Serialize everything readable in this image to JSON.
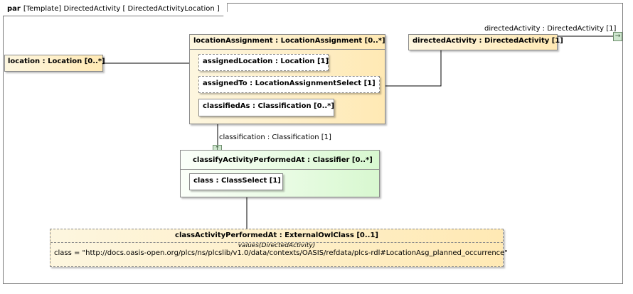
{
  "frame": {
    "keyword": "par",
    "title": "[Template] DirectedActivity [ DirectedActivityLocation ]"
  },
  "parts": {
    "location": "location : Location [0..*]",
    "locationAssignment": "locationAssignment : LocationAssignment [0..*]",
    "assignedLocation": "assignedLocation : Location [1]",
    "assignedTo": "assignedTo : LocationAssignmentSelect [1]",
    "classifiedAs": "classifiedAs : Classification [0..*]",
    "directedActivity": "directedActivity : DirectedActivity [1]",
    "classifier": "classifyActivityPerformedAt : Classifier [0..*]",
    "classSelect": "class : ClassSelect [1]",
    "externalClass": {
      "title": "classActivityPerformedAt : ExternalOwlClass [0..1]",
      "values_header": "values(DirectedActivity)",
      "value": "class = \"http://docs.oasis-open.org/plcs/ns/plcslib/v1.0/data/contexts/OASIS/refdata/plcs-rdl#LocationAsg_planned_occurrence\""
    }
  },
  "ports": {
    "directedActivity": "directedActivity : DirectedActivity [1]",
    "classification": "classification : Classification [1]"
  },
  "colors": {
    "part_fill_yellow": "#ffe9b4",
    "part_fill_green": "#d8f8d0",
    "port_fill": "#cfe6cf",
    "border": "#8a8a8a"
  }
}
